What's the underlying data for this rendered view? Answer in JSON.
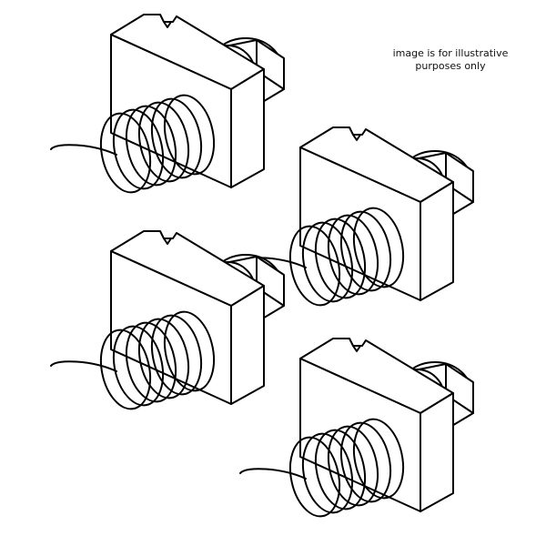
{
  "caption": {
    "line1": "image is for illustrative",
    "line2": "purposes only"
  },
  "illustration": {
    "subject": "channel-nut-with-spring-and-hex-bolt",
    "units_shown": 4,
    "stroke_color": "#000000",
    "fill_color": "#ffffff"
  }
}
